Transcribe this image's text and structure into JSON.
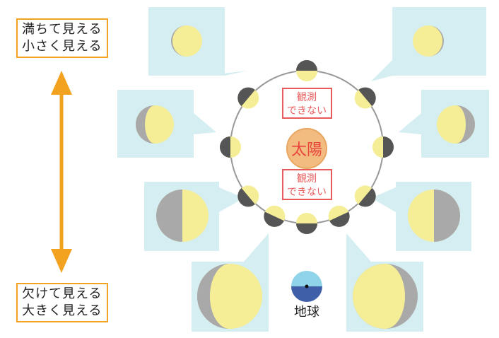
{
  "labels": {
    "top": {
      "line1": "満ちて見える",
      "line2": "小さく見える"
    },
    "bottom": {
      "line1": "欠けて見える",
      "line2": "大きく見える"
    }
  },
  "center": {
    "sun": "太陽",
    "no_observe_top": [
      "観測",
      "できない"
    ],
    "no_observe_bottom": [
      "観測",
      "できない"
    ]
  },
  "earth": {
    "label": "地球"
  },
  "colors": {
    "accent": "#f2a21e",
    "panel": "#d5eef2",
    "lit": "#f5ee96",
    "shadow": "#a9a9a9",
    "dark": "#555555",
    "sun": "#f2bb80",
    "sun_text": "#e8463c",
    "warning": "#e85a5a"
  }
}
